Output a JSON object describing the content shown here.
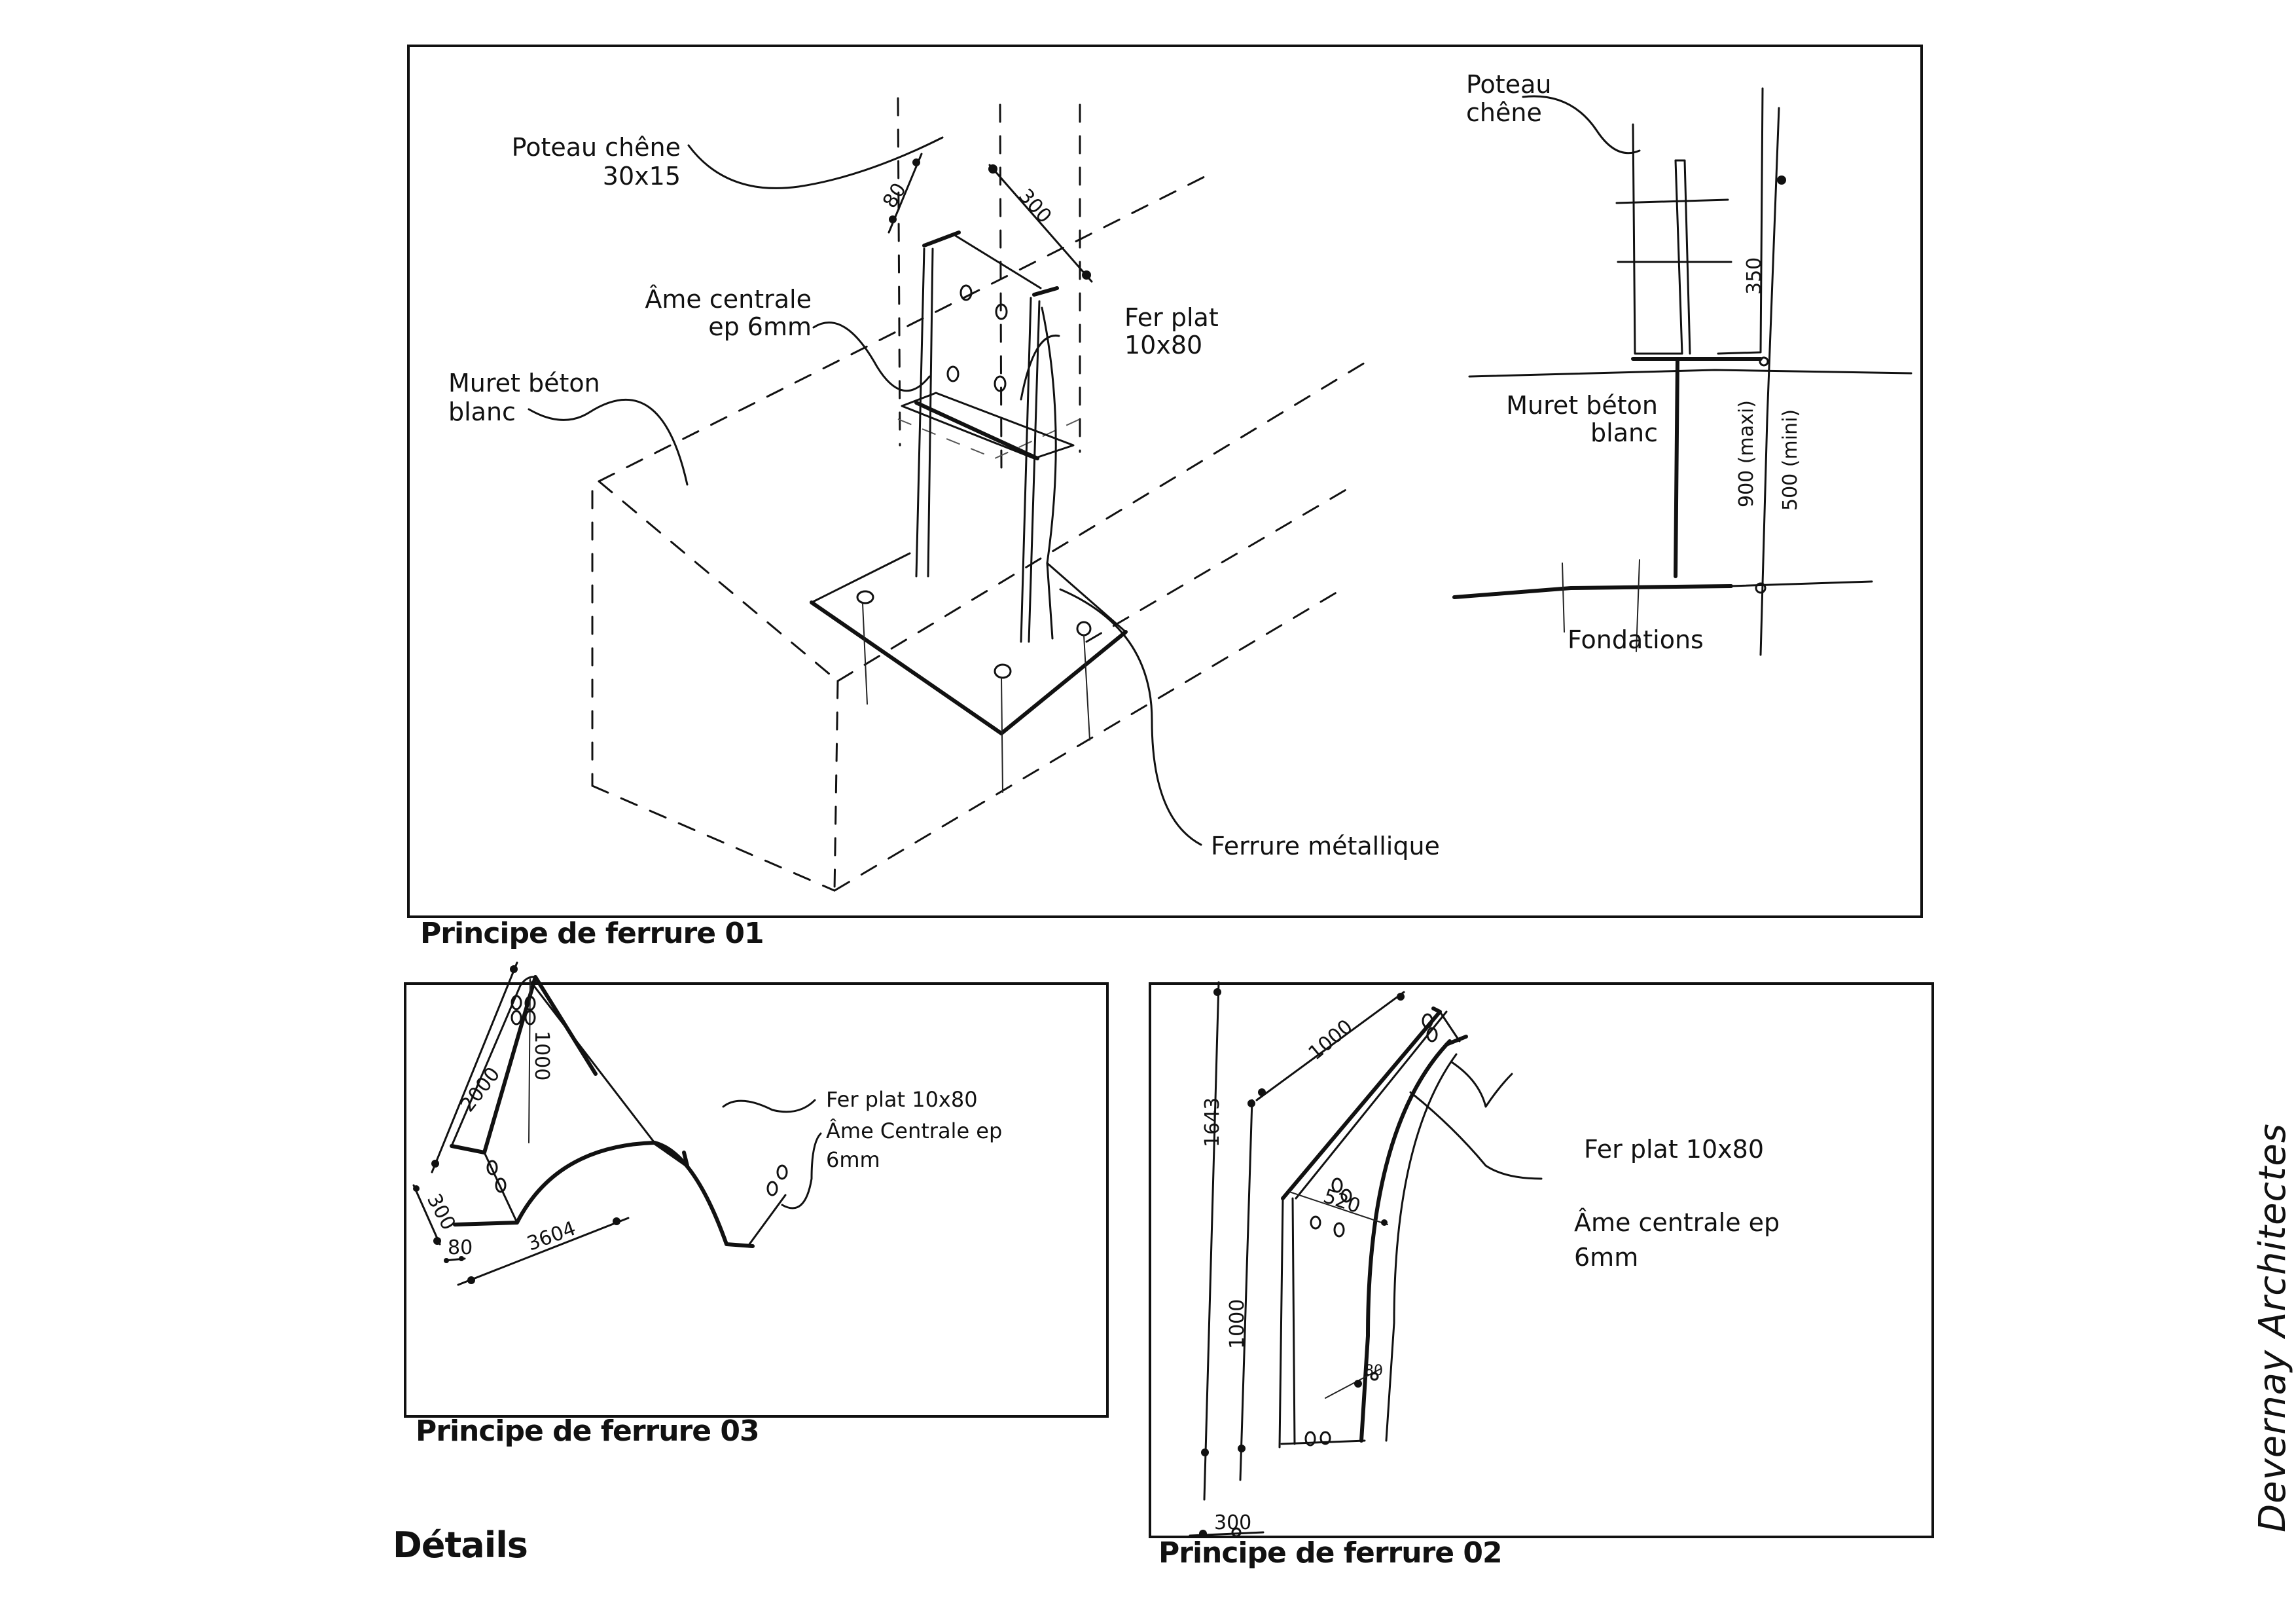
{
  "sheet": {
    "section_title": "Détails",
    "firm_name": "Devernay Architectes"
  },
  "detail_01": {
    "caption": "Principe de ferrure 01",
    "iso_view": {
      "label_post_line1": "Poteau chêne",
      "label_post_line2": "30x15",
      "label_web_line1": "Âme centrale",
      "label_web_line2": "ep 6mm",
      "label_flat_line1": "Fer plat",
      "label_flat_line2": "10x80",
      "label_wall_line1": "Muret béton",
      "label_wall_line2": "blanc",
      "label_bracket": "Ferrure métallique",
      "dim_flange": "80",
      "dim_width": "300"
    },
    "section_view": {
      "label_post_line1": "Poteau",
      "label_post_line2": "chêne",
      "label_wall_line1": "Muret béton",
      "label_wall_line2": "blanc",
      "label_foundations": "Fondations",
      "dim_embed": "350",
      "dim_wall_max": "900 (maxi)",
      "dim_wall_min": "500 (mini)"
    }
  },
  "detail_03": {
    "caption": "Principe de ferrure 03",
    "label_flat": "Fer plat 10x80",
    "label_web_line1": "Âme Centrale ep",
    "label_web_line2": "6mm",
    "dim_arm": "2000",
    "dim_rise": "1000",
    "dim_depth": "300",
    "dim_flange": "80",
    "dim_span": "3604"
  },
  "detail_02": {
    "caption": "Principe de ferrure 02",
    "label_flat": "Fer plat 10x80",
    "label_web_line1": "Âme centrale ep",
    "label_web_line2": "6mm",
    "dim_total_height": "1643",
    "dim_lower_leg": "1000",
    "dim_upper_leg": "1000",
    "dim_web_depth": "520",
    "dim_flange": "80",
    "dim_base_width": "300"
  }
}
